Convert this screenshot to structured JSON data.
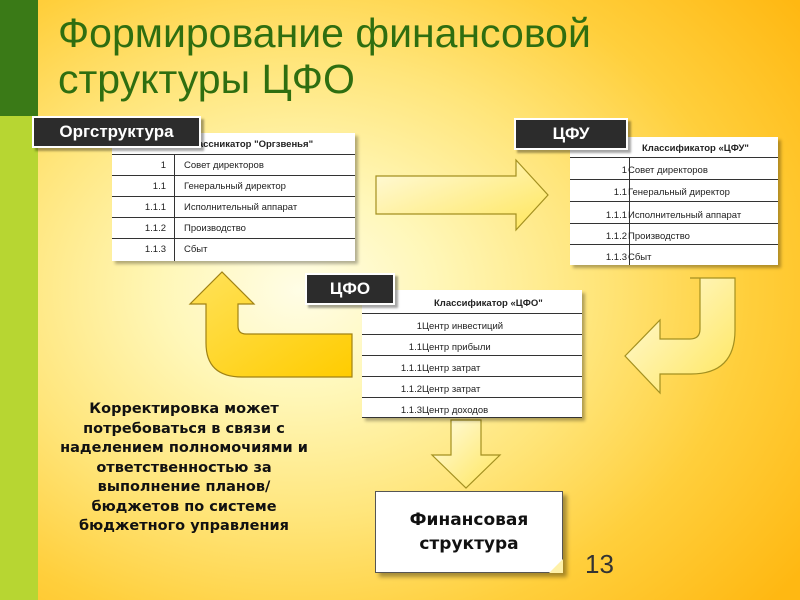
{
  "title": "Формирование финансовой структуры ЦФО",
  "org": {
    "label": "Оргструктура",
    "header": "Классникатор \"Оргзвенья\"",
    "rows": [
      {
        "code": "1",
        "name": "Совет директоров"
      },
      {
        "code": "1.1",
        "name": "Генеральный директор"
      },
      {
        "code": "1.1.1",
        "name": "Исполнительный аппарат"
      },
      {
        "code": "1.1.2",
        "name": "Производство"
      },
      {
        "code": "1.1.3",
        "name": "Сбыт"
      }
    ]
  },
  "cfu": {
    "label": "ЦФУ",
    "header": "Классификатор «ЦФУ\"",
    "rows": [
      {
        "code": "1",
        "name": "Совет директоров"
      },
      {
        "code": "1.1",
        "name": "Генеральный директор"
      },
      {
        "code": "1.1.1",
        "name": "Исполнительный аппарат"
      },
      {
        "code": "1.1.2",
        "name": "Производство"
      },
      {
        "code": "1.1.3",
        "name": "Сбыт"
      }
    ]
  },
  "cfo": {
    "label": "ЦФО",
    "header": "Классификатор «ЦФО\"",
    "rows": [
      {
        "code": "1",
        "name": "Центр инвестиций"
      },
      {
        "code": "1.1",
        "name": "Центр прибыли"
      },
      {
        "code": "1.1.1",
        "name": "Центр затрат"
      },
      {
        "code": "1.1.2",
        "name": "Центр затрат"
      },
      {
        "code": "1.1.3",
        "name": "Центр доходов"
      }
    ]
  },
  "note": "Корректировка может потребоваться в связи с наделением полномочиями и ответственностью за выполнение планов/бюджетов по системе бюджетного управления",
  "result": "Финансовая\nструктура",
  "page_number": "13",
  "colors": {
    "title": "#2f6e10",
    "side_dark": "#3a7a17",
    "side_light": "#b7d632",
    "label_bg": "#2c2c2c",
    "arrow_fill": "#ffe14a"
  }
}
